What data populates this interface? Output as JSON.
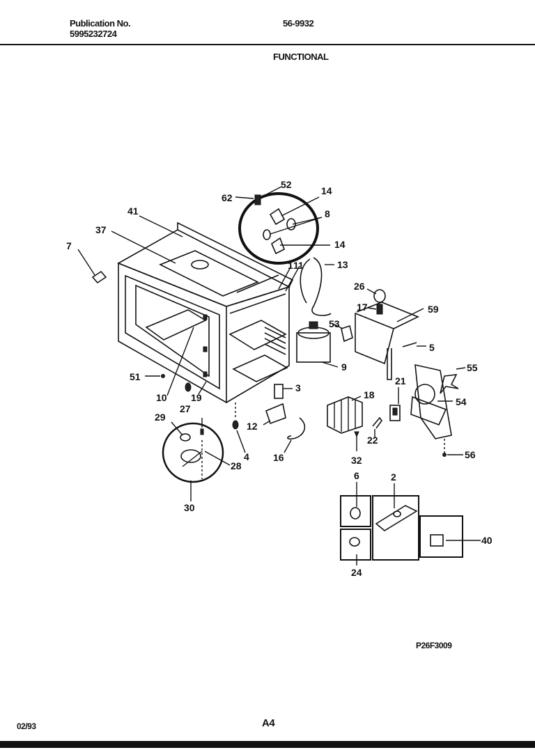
{
  "header": {
    "publication_label": "Publication No.",
    "publication_number": "5995232724",
    "model": "56-9932",
    "section": "FUNCTIONAL"
  },
  "diagram_code": "P26F3009",
  "footer": {
    "date": "02/93",
    "page": "A4"
  },
  "callouts": {
    "c52": "52",
    "c62": "62",
    "c14a": "14",
    "c8": "8",
    "c14b": "14",
    "c41": "41",
    "c37": "37",
    "c7": "7",
    "c1": "1",
    "c11": "11",
    "c13": "13",
    "c26": "26",
    "c17": "17",
    "c59": "59",
    "c53": "53",
    "c5": "5",
    "c9": "9",
    "c55": "55",
    "c51": "51",
    "c3": "3",
    "c21": "21",
    "c18": "18",
    "c54": "54",
    "c10": "10",
    "c19": "19",
    "c27": "27",
    "c29": "29",
    "c12": "12",
    "c22": "22",
    "c4": "4",
    "c28": "28",
    "c16": "16",
    "c32": "32",
    "c56": "56",
    "c30": "30",
    "c6": "6",
    "c2": "2",
    "c40": "40",
    "c24": "24"
  }
}
